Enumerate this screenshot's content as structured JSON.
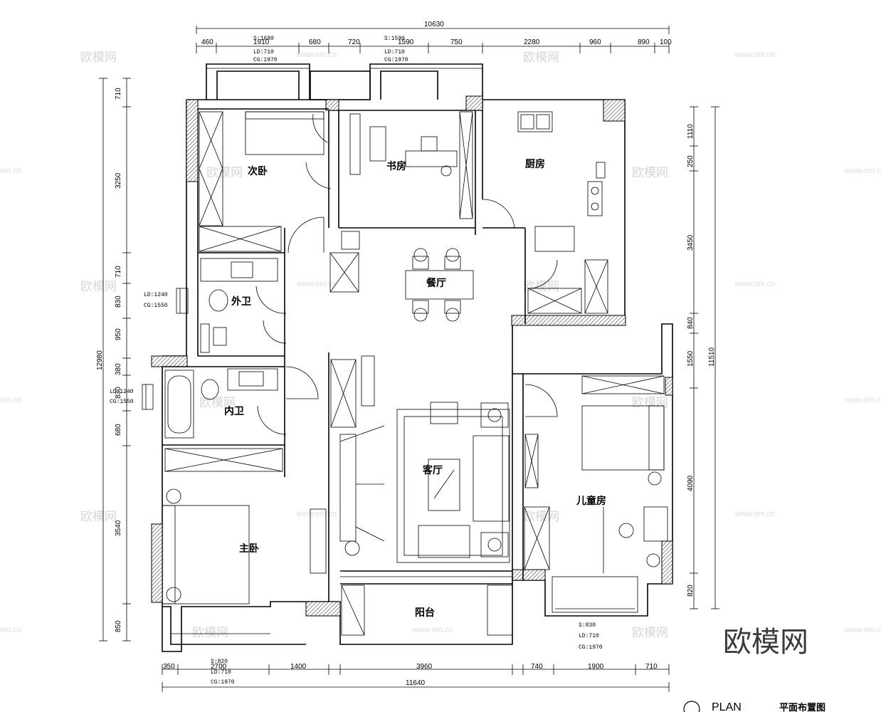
{
  "watermark": {
    "text": "欧模网",
    "url": "www.om.cn",
    "url_partial": "om.cn"
  },
  "logo": {
    "text": "欧模网"
  },
  "title_block": {
    "plan_label": "PLAN",
    "title": "平面布置图"
  },
  "rooms": {
    "secondary_bedroom": "次卧",
    "study": "书房",
    "kitchen": "厨房",
    "dining": "餐厅",
    "guest_bath": "外卫",
    "master_bath": "内卫",
    "living": "客厅",
    "master_bedroom": "主卧",
    "children_room": "儿童房",
    "balcony": "阳台"
  },
  "dimensions": {
    "top_total": "10630",
    "top_parts": [
      "460",
      "1910",
      "680",
      "720",
      "1590",
      "750",
      "2280",
      "960",
      "890",
      "100"
    ],
    "bottom_total": "11640",
    "bottom_parts": [
      "350",
      "2700",
      "1400",
      "3960",
      "740",
      "1900",
      "710"
    ],
    "left_total": "12980",
    "left_parts": [
      "710",
      "3250",
      "710",
      "830",
      "950",
      "380",
      "830",
      "680",
      "3540",
      "850"
    ],
    "right_total": "11510",
    "right_parts": [
      "1110",
      "250",
      "3450",
      "840",
      "1550",
      "4090",
      "820"
    ]
  },
  "window_notes": {
    "top_left": {
      "s": "S:1680",
      "ld": "LD:710",
      "cg": "CG:1970"
    },
    "top_mid": {
      "s": "S:1590",
      "ld": "LD:710",
      "cg": "CG:1970"
    },
    "left_upper": {
      "ld": "LD:1240",
      "cg": "CG:1550"
    },
    "left_lower": {
      "ld": "LD:1240",
      "cg": "CG:1550"
    },
    "bottom_right": {
      "s": "S:830",
      "ld": "LD:710",
      "cg": "CG:1970"
    },
    "bottom_left": {
      "s": "S:820",
      "ld": "LD:710",
      "cg": "CG:1970"
    }
  }
}
